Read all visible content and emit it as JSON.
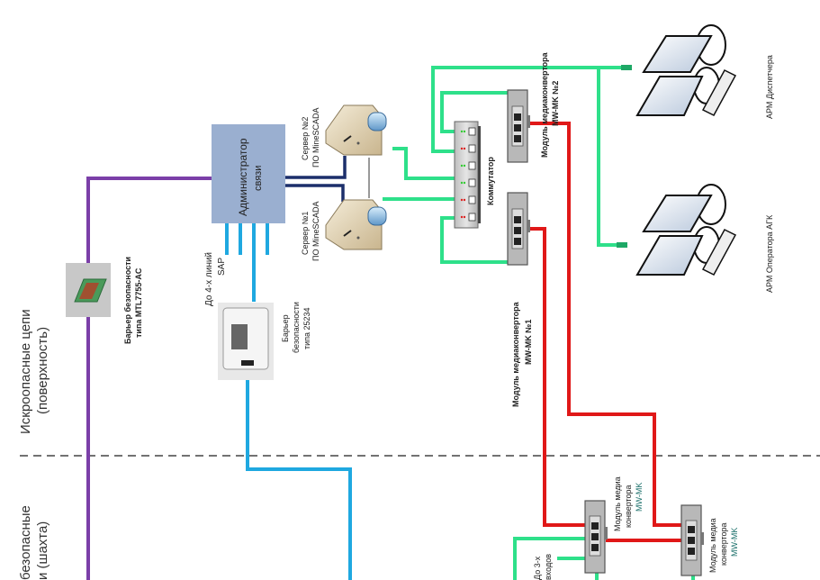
{
  "zones": {
    "surface": {
      "line1": "Искроопасные цепи",
      "line2": "(поверхность)"
    },
    "mine": {
      "line1": "безопасные",
      "line2": "и (шахта)"
    }
  },
  "nodes": {
    "admin": {
      "line1": "Администратор",
      "line2": "связи"
    },
    "server2": {
      "line1": "Сервер №2",
      "line2": "ПО MineSCADA"
    },
    "server1": {
      "line1": "Сервер №1",
      "line2": "ПО MineSCADA"
    },
    "switch": {
      "label": "Коммутатор"
    },
    "mc2": {
      "line1": "Модуль медиаконвертора",
      "line2": "MW-MK №2"
    },
    "mc1": {
      "line1": "Модуль медиаконвертора",
      "line2": "MW-MK №1"
    },
    "arm_dispatcher": {
      "label": "АРМ Диспетчера"
    },
    "arm_operator": {
      "label": "АРМ Оператора АГК"
    },
    "barrier_mtl": {
      "line1": "Барьер безопасности",
      "line2": "типа MTL7755-AC"
    },
    "barrier_25234": {
      "line1": "Барьер",
      "line2": "безопасности",
      "line3": "типа 25234"
    },
    "sap": {
      "line1": "До 4-х линий",
      "line2": "SAP"
    },
    "mc_mine_a": {
      "line1": "Модуль медиа",
      "line2": "конвертора",
      "line3": "MW-MK"
    },
    "mc_mine_b": {
      "line1": "Модуль медиа",
      "line2": "конвертора",
      "line3": "MW-MK"
    },
    "inputs3": {
      "line1": "До 3-х",
      "line2": "входов"
    }
  },
  "colors": {
    "purple": "#7b3fa8",
    "blue_cable": "#1fa8e0",
    "green_ethernet": "#2ee08a",
    "red_fiber": "#e01818",
    "navy": "#1c2f6b",
    "admin_box": "#9aafd0",
    "dash": "#444444"
  }
}
